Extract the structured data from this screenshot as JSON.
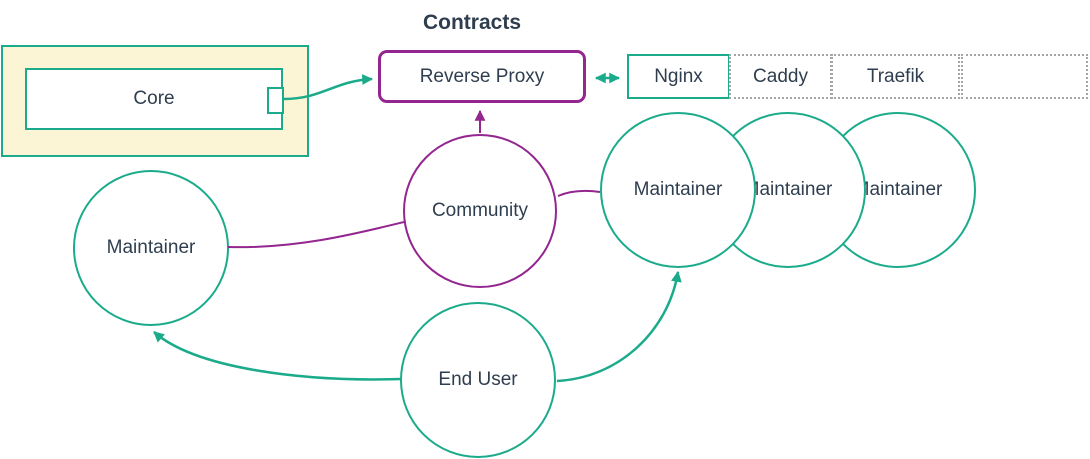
{
  "diagram": {
    "title": "Contracts",
    "colors": {
      "teal": "#1BAB8B",
      "purple": "#93268F",
      "text": "#2F3E4F",
      "subgraph_fill": "#FBF5D5",
      "node_fill": "#FFFFFF",
      "dotted_border": "#A6A6A6"
    },
    "core": {
      "label": "Core"
    },
    "reverse_proxy": {
      "label": "Reverse Proxy"
    },
    "proxy_options": [
      {
        "label": "Nginx"
      },
      {
        "label": "Caddy"
      },
      {
        "label": "Traefik"
      },
      {
        "label": ""
      }
    ],
    "community": {
      "label": "Community"
    },
    "maintainer_left": {
      "label": "Maintainer"
    },
    "maintainers": [
      {
        "label": "Maintainer"
      },
      {
        "label": "Maintainer"
      },
      {
        "label": "Maintainer"
      }
    ],
    "end_user": {
      "label": "End User"
    },
    "edges": [
      {
        "from": "core",
        "to": "reverse-proxy",
        "type": "arrow",
        "color": "teal"
      },
      {
        "from": "reverse-proxy",
        "to": "nginx",
        "type": "double-arrow",
        "color": "teal"
      },
      {
        "from": "community",
        "to": "reverse-proxy",
        "type": "arrow",
        "color": "purple"
      },
      {
        "from": "community",
        "to": "maintainer-left",
        "type": "line",
        "color": "purple"
      },
      {
        "from": "community",
        "to": "maintainer-right",
        "type": "line",
        "color": "purple"
      },
      {
        "from": "end-user",
        "to": "maintainer-left",
        "type": "arrow",
        "color": "teal"
      },
      {
        "from": "end-user",
        "to": "maintainer-right",
        "type": "arrow",
        "color": "teal"
      }
    ]
  }
}
